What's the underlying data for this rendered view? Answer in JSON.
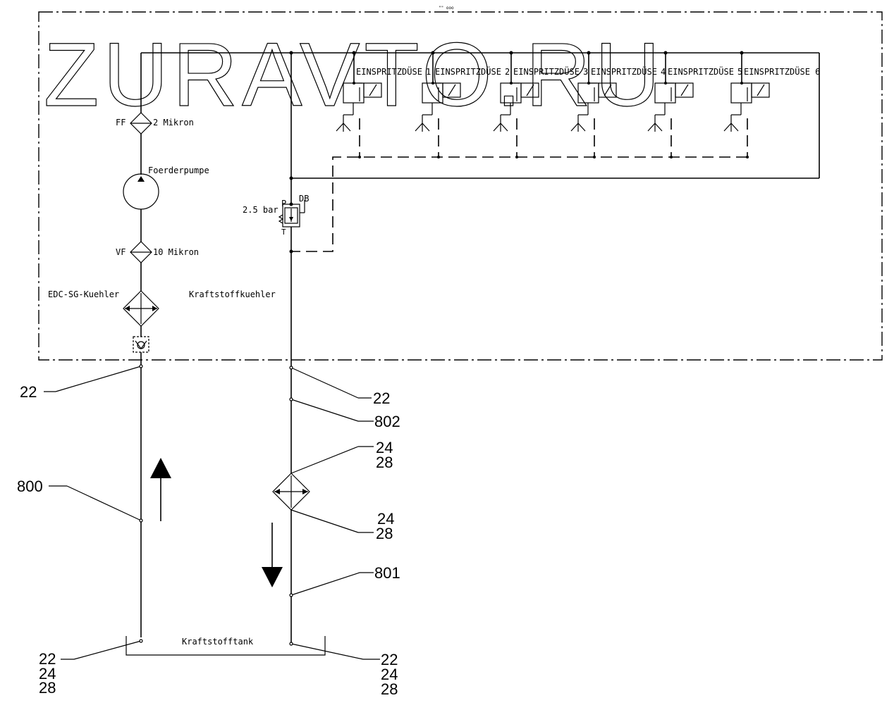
{
  "watermark": "ZURAVTO.RU",
  "tiny_caption": "\"\" ooo",
  "injectors": [
    "EINSPRITZDÜSE",
    "EINSPRITZDÜSE",
    "EINSPRITZDÜSE",
    "EINSPRITZDÜSE",
    "EINSPRITZDÜSE",
    "EINSPRITZDÜSE 6"
  ],
  "injector_prefixes": [
    "1",
    "2",
    "3",
    "4",
    "5"
  ],
  "components": {
    "ff_label": "FF",
    "ff_rating": "2 Mikron",
    "pump_label": "Foerderpumpe",
    "vf_label": "VF",
    "vf_rating": "10 Mikron",
    "edc_cooler_label": "EDC-SG-Kuehler",
    "fuel_cooler_label": "Kraftstoffkuehler",
    "valve_pressure": "2.5 bar",
    "valve_p": "P",
    "valve_t": "T",
    "valve_db": "DB",
    "tank_label": "Kraftstofftank"
  },
  "callouts": {
    "left_22": "22",
    "left_800": "800",
    "right_22": "22",
    "right_802": "802",
    "filter_top": [
      "24",
      "28"
    ],
    "filter_bottom": [
      "24",
      "28"
    ],
    "right_801": "801",
    "tank_left": [
      "22",
      "24",
      "28"
    ],
    "tank_right": [
      "22",
      "24",
      "28"
    ]
  }
}
